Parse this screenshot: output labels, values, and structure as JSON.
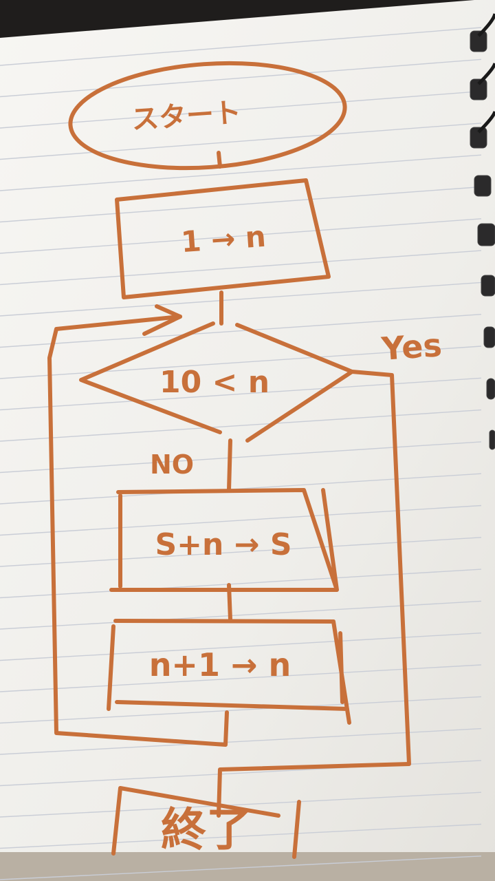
{
  "flowchart": {
    "start": "スタート",
    "init": "1 → n",
    "condition": "10 < n",
    "yes_label": "Yes",
    "no_label": "NO",
    "accumulate": "S+n → S",
    "increment": "n+1 → n",
    "end": "終了"
  },
  "colors": {
    "ink": "#c8703a",
    "paper": "#f3f2ee",
    "rule_line": "#c9cdd6",
    "desk": "#1f1d1c",
    "ring": "#2b2a2b"
  }
}
